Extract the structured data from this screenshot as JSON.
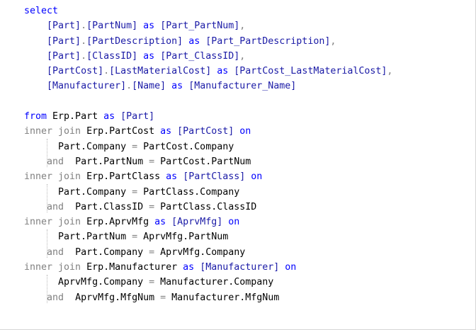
{
  "theme": {
    "keyword_color": "#0000ff",
    "operator_color": "#808080",
    "text_color": "#000000"
  },
  "lines": [
    {
      "name": "select",
      "tokens": [
        {
          "t": "select",
          "c": "kw"
        }
      ]
    },
    {
      "name": "part-partnum",
      "tokens": [
        {
          "t": "    ",
          "c": "id"
        },
        {
          "t": "[Part]",
          "c": "br"
        },
        {
          "t": ".",
          "c": "gray"
        },
        {
          "t": "[PartNum]",
          "c": "br"
        },
        {
          "t": " as ",
          "c": "kw"
        },
        {
          "t": "[Part_PartNum]",
          "c": "br"
        },
        {
          "t": ",",
          "c": "gray"
        }
      ]
    },
    {
      "name": "part-partdescription",
      "tokens": [
        {
          "t": "    ",
          "c": "id"
        },
        {
          "t": "[Part]",
          "c": "br"
        },
        {
          "t": ".",
          "c": "gray"
        },
        {
          "t": "[PartDescription]",
          "c": "br"
        },
        {
          "t": " as ",
          "c": "kw"
        },
        {
          "t": "[Part_PartDescription]",
          "c": "br"
        },
        {
          "t": ",",
          "c": "gray"
        }
      ]
    },
    {
      "name": "part-classid",
      "tokens": [
        {
          "t": "    ",
          "c": "id"
        },
        {
          "t": "[Part]",
          "c": "br"
        },
        {
          "t": ".",
          "c": "gray"
        },
        {
          "t": "[ClassID]",
          "c": "br"
        },
        {
          "t": " as ",
          "c": "kw"
        },
        {
          "t": "[Part_ClassID]",
          "c": "br"
        },
        {
          "t": ",",
          "c": "gray"
        }
      ]
    },
    {
      "name": "partcost-lastmaterialcost",
      "tokens": [
        {
          "t": "    ",
          "c": "id"
        },
        {
          "t": "[PartCost]",
          "c": "br"
        },
        {
          "t": ".",
          "c": "gray"
        },
        {
          "t": "[LastMaterialCost]",
          "c": "br"
        },
        {
          "t": " as ",
          "c": "kw"
        },
        {
          "t": "[PartCost_LastMaterialCost]",
          "c": "br"
        },
        {
          "t": ",",
          "c": "gray"
        }
      ]
    },
    {
      "name": "manufacturer-name",
      "tokens": [
        {
          "t": "    ",
          "c": "id"
        },
        {
          "t": "[Manufacturer]",
          "c": "br"
        },
        {
          "t": ".",
          "c": "gray"
        },
        {
          "t": "[Name]",
          "c": "br"
        },
        {
          "t": " as ",
          "c": "kw"
        },
        {
          "t": "[Manufacturer_Name]",
          "c": "br"
        }
      ]
    },
    {
      "name": "blank",
      "tokens": [
        {
          "t": " ",
          "c": "id"
        }
      ]
    },
    {
      "name": "from-part",
      "tokens": [
        {
          "t": "from",
          "c": "kw"
        },
        {
          "t": " Erp.Part ",
          "c": "id"
        },
        {
          "t": "as",
          "c": "kw"
        },
        {
          "t": " ",
          "c": "id"
        },
        {
          "t": "[Part]",
          "c": "br"
        }
      ]
    },
    {
      "name": "join-partcost",
      "tokens": [
        {
          "t": "inner join",
          "c": "gray"
        },
        {
          "t": " Erp.PartCost ",
          "c": "id"
        },
        {
          "t": "as",
          "c": "kw"
        },
        {
          "t": " ",
          "c": "id"
        },
        {
          "t": "[PartCost]",
          "c": "br"
        },
        {
          "t": " ",
          "c": "id"
        },
        {
          "t": "on",
          "c": "kw"
        }
      ]
    },
    {
      "name": "cond-partcost-company",
      "tokens": [
        {
          "t": "      Part.Company ",
          "c": "id"
        },
        {
          "t": "=",
          "c": "gray"
        },
        {
          "t": " PartCost.Company",
          "c": "id"
        }
      ]
    },
    {
      "name": "cond-partcost-partnum",
      "tokens": [
        {
          "t": "    ",
          "c": "id"
        },
        {
          "t": "and",
          "c": "gray"
        },
        {
          "t": "  Part.PartNum ",
          "c": "id"
        },
        {
          "t": "=",
          "c": "gray"
        },
        {
          "t": " PartCost.PartNum",
          "c": "id"
        }
      ]
    },
    {
      "name": "join-partclass",
      "tokens": [
        {
          "t": "inner join",
          "c": "gray"
        },
        {
          "t": " Erp.PartClass ",
          "c": "id"
        },
        {
          "t": "as",
          "c": "kw"
        },
        {
          "t": " ",
          "c": "id"
        },
        {
          "t": "[PartClass]",
          "c": "br"
        },
        {
          "t": " ",
          "c": "id"
        },
        {
          "t": "on",
          "c": "kw"
        }
      ]
    },
    {
      "name": "cond-partclass-company",
      "tokens": [
        {
          "t": "      Part.Company ",
          "c": "id"
        },
        {
          "t": "=",
          "c": "gray"
        },
        {
          "t": " PartClass.Company",
          "c": "id"
        }
      ]
    },
    {
      "name": "cond-partclass-classid",
      "tokens": [
        {
          "t": "    ",
          "c": "id"
        },
        {
          "t": "and",
          "c": "gray"
        },
        {
          "t": "  Part.ClassID ",
          "c": "id"
        },
        {
          "t": "=",
          "c": "gray"
        },
        {
          "t": " PartClass.ClassID",
          "c": "id"
        }
      ]
    },
    {
      "name": "join-aprvmfg",
      "tokens": [
        {
          "t": "inner join",
          "c": "gray"
        },
        {
          "t": " Erp.AprvMfg ",
          "c": "id"
        },
        {
          "t": "as",
          "c": "kw"
        },
        {
          "t": " ",
          "c": "id"
        },
        {
          "t": "[AprvMfg]",
          "c": "br"
        },
        {
          "t": " ",
          "c": "id"
        },
        {
          "t": "on",
          "c": "kw"
        }
      ]
    },
    {
      "name": "cond-aprvmfg-partnum",
      "tokens": [
        {
          "t": "      Part.PartNum ",
          "c": "id"
        },
        {
          "t": "=",
          "c": "gray"
        },
        {
          "t": " AprvMfg.PartNum",
          "c": "id"
        }
      ]
    },
    {
      "name": "cond-aprvmfg-company",
      "tokens": [
        {
          "t": "    ",
          "c": "id"
        },
        {
          "t": "and",
          "c": "gray"
        },
        {
          "t": "  Part.Company ",
          "c": "id"
        },
        {
          "t": "=",
          "c": "gray"
        },
        {
          "t": " AprvMfg.Company",
          "c": "id"
        }
      ]
    },
    {
      "name": "join-manufacturer",
      "tokens": [
        {
          "t": "inner join",
          "c": "gray"
        },
        {
          "t": " Erp.Manufacturer ",
          "c": "id"
        },
        {
          "t": "as",
          "c": "kw"
        },
        {
          "t": " ",
          "c": "id"
        },
        {
          "t": "[Manufacturer]",
          "c": "br"
        },
        {
          "t": " ",
          "c": "id"
        },
        {
          "t": "on",
          "c": "kw"
        }
      ]
    },
    {
      "name": "cond-manufacturer-company",
      "tokens": [
        {
          "t": "      AprvMfg.Company ",
          "c": "id"
        },
        {
          "t": "=",
          "c": "gray"
        },
        {
          "t": " Manufacturer.Company",
          "c": "id"
        }
      ]
    },
    {
      "name": "cond-manufacturer-mfgnum",
      "tokens": [
        {
          "t": "    ",
          "c": "id"
        },
        {
          "t": "and",
          "c": "gray"
        },
        {
          "t": "  AprvMfg.MfgNum ",
          "c": "id"
        },
        {
          "t": "=",
          "c": "gray"
        },
        {
          "t": " Manufacturer.MfgNum",
          "c": "id"
        }
      ]
    }
  ]
}
